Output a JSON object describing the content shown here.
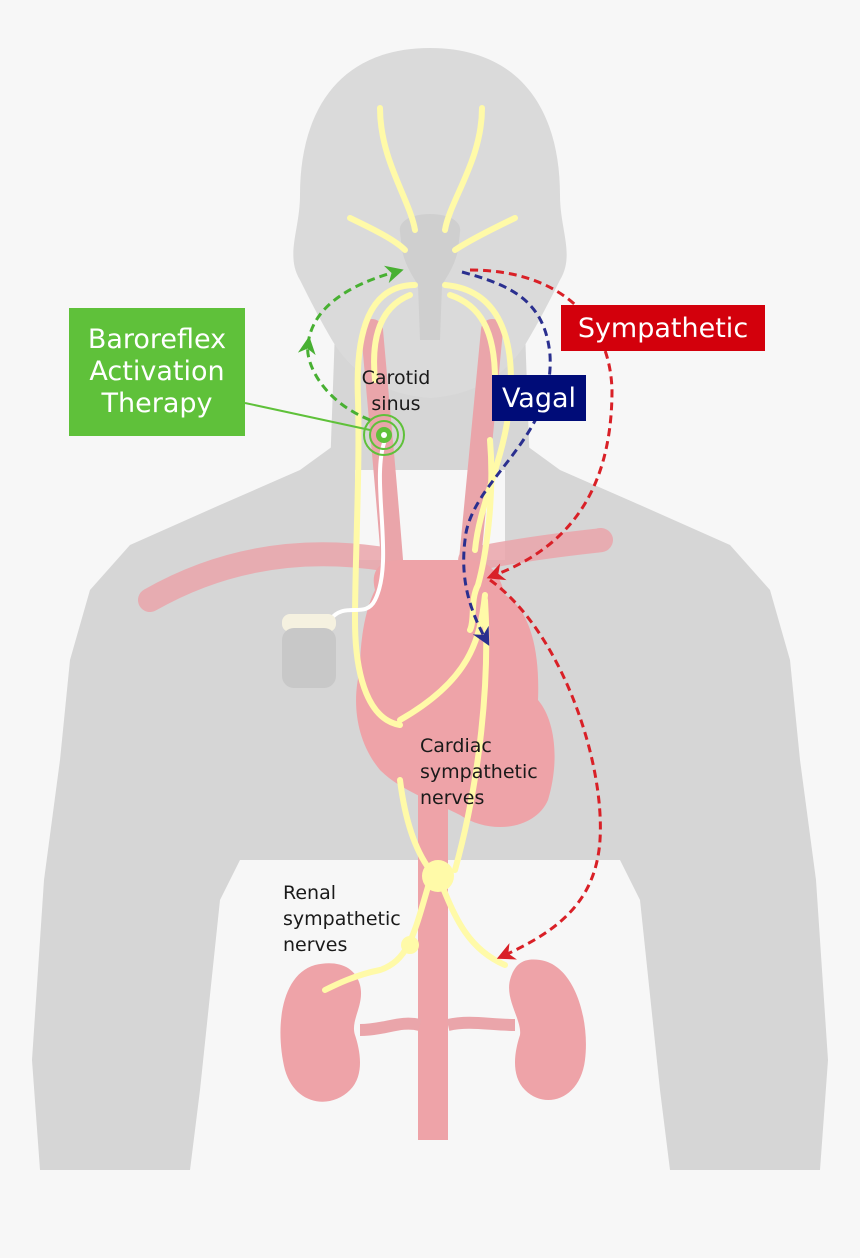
{
  "labels": {
    "baroreflex_box": "Baroreflex\nActivation\nTherapy",
    "sympathetic_box": "Sympathetic",
    "vagal_box": "Vagal",
    "carotid_sinus": "Carotid\nsinus",
    "cardiac_nerves": "Cardiac\nsympathetic\nnerves",
    "renal_nerves": "Renal\nsympathetic\nnerves"
  },
  "colors": {
    "background": "#f7f7f7",
    "body_silhouette": "#d6d6d6",
    "head_silhouette": "#dadada",
    "organs": "#eea3a8",
    "nerves": "#fffaa8",
    "baroreflex": "#5fc13a",
    "sympathetic": "#d3000c",
    "vagal": "#000c78",
    "vagal_arrow": "#2a2f8f",
    "sympathetic_arrow": "#d92027",
    "baroreflex_arrow": "#48b032",
    "device": "#c8c8c8"
  },
  "icons": {
    "stimulator": "pulse-generator-icon",
    "sinus_target": "concentric-circles-icon"
  }
}
